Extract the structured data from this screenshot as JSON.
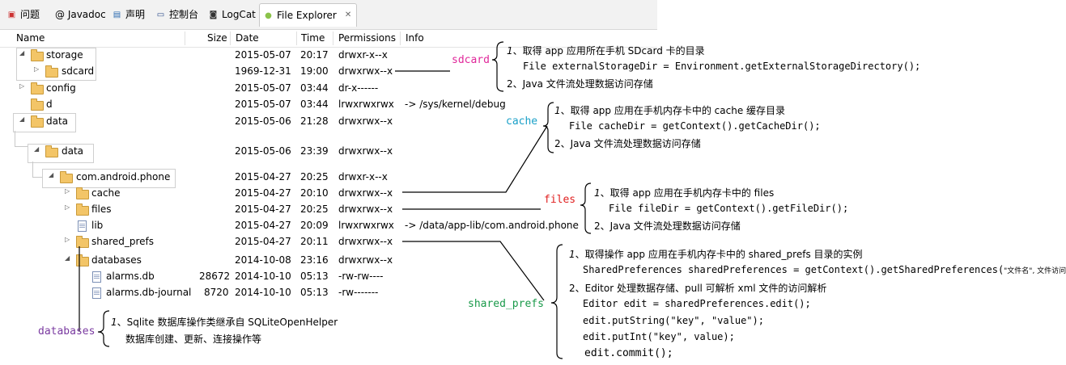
{
  "tabs": [
    {
      "label": "问题",
      "icon": "problems-icon"
    },
    {
      "label": "@ Javadoc",
      "icon": "javadoc-icon"
    },
    {
      "label": "声明",
      "icon": "declaration-icon"
    },
    {
      "label": "控制台",
      "icon": "console-icon"
    },
    {
      "label": "LogCat",
      "icon": "logcat-icon"
    },
    {
      "label": "File Explorer",
      "icon": "android-icon",
      "active": true
    }
  ],
  "columns": {
    "name": "Name",
    "size": "Size",
    "date": "Date",
    "time": "Time",
    "permissions": "Permissions",
    "info": "Info"
  },
  "rows": [
    {
      "name": "storage",
      "size": "",
      "date": "2015-05-07",
      "time": "20:17",
      "perm": "drwxr-x--x",
      "info": ""
    },
    {
      "name": "sdcard",
      "size": "",
      "date": "1969-12-31",
      "time": "19:00",
      "perm": "drwxrwx--x",
      "info": ""
    },
    {
      "name": "config",
      "size": "",
      "date": "2015-05-07",
      "time": "03:44",
      "perm": "dr-x------",
      "info": ""
    },
    {
      "name": "d",
      "size": "",
      "date": "2015-05-07",
      "time": "03:44",
      "perm": "lrwxrwxrwx",
      "info": "-> /sys/kernel/debug"
    },
    {
      "name": "data",
      "size": "",
      "date": "2015-05-06",
      "time": "21:28",
      "perm": "drwxrwx--x",
      "info": ""
    },
    {
      "name": "data",
      "size": "",
      "date": "2015-05-06",
      "time": "23:39",
      "perm": "drwxrwx--x",
      "info": ""
    },
    {
      "name": "com.android.phone",
      "size": "",
      "date": "2015-04-27",
      "time": "20:25",
      "perm": "drwxr-x--x",
      "info": ""
    },
    {
      "name": "cache",
      "size": "",
      "date": "2015-04-27",
      "time": "20:10",
      "perm": "drwxrwx--x",
      "info": ""
    },
    {
      "name": "files",
      "size": "",
      "date": "2015-04-27",
      "time": "20:25",
      "perm": "drwxrwx--x",
      "info": ""
    },
    {
      "name": "lib",
      "size": "",
      "date": "2015-04-27",
      "time": "20:09",
      "perm": "lrwxrwxrwx",
      "info": "-> /data/app-lib/com.android.phone"
    },
    {
      "name": "shared_prefs",
      "size": "",
      "date": "2015-04-27",
      "time": "20:11",
      "perm": "drwxrwx--x",
      "info": ""
    },
    {
      "name": "databases",
      "size": "",
      "date": "2014-10-08",
      "time": "23:16",
      "perm": "drwxrwx--x",
      "info": ""
    },
    {
      "name": "alarms.db",
      "size": "28672",
      "date": "2014-10-10",
      "time": "05:13",
      "perm": "-rw-rw----",
      "info": ""
    },
    {
      "name": "alarms.db-journal",
      "size": "8720",
      "date": "2014-10-10",
      "time": "05:13",
      "perm": "-rw-------",
      "info": ""
    }
  ],
  "annotations": {
    "sdcard": {
      "label": "sdcard",
      "num1": "1",
      "line1": "、取得 app 应用所在手机 SDcard 卡的目录",
      "line2": "File externalStorageDir = Environment.getExternalStorageDirectory();",
      "num2": "2",
      "line3": "、Java 文件流处理数据访问存储",
      "color": "#e0289a"
    },
    "cache": {
      "label": "cache",
      "num1": "1",
      "line1": "、取得 app 应用在手机内存卡中的 cache 缓存目录",
      "line2": "File cacheDir = getContext().getCacheDir();",
      "num2": "2",
      "line3": "、Java 文件流处理数据访问存储",
      "color": "#1aa0c8"
    },
    "files": {
      "label": "files",
      "num1": "1",
      "line1": "、取得 app 应用在手机内存卡中的 files",
      "line2": "File fileDir = getContext().getFileDir();",
      "num2": "2",
      "line3": "、Java 文件流处理数据访问存储",
      "color": "#e02020"
    },
    "shared_prefs": {
      "label": "shared_prefs",
      "num1": "1",
      "line1": "、取得操作 app 应用在手机内存卡中的 shared_prefs 目录的实例",
      "line2a": "SharedPreferences sharedPreferences = getContext().getSharedPreferences(",
      "line2b": "\"文件名\", 文件访问权限",
      "line2c": ");",
      "num2": "2",
      "line3": "、Editor 处理数据存储、pull 可解析 xml 文件的访问解析",
      "line4": "Editor edit = sharedPreferences.edit();",
      "line5": "edit.putString(\"key\", \"value\");",
      "line6": "edit.putInt(\"key\", value);",
      "line7": "edit.commit();",
      "color": "#1a9a4a"
    },
    "databases": {
      "label": "databases",
      "num1": "1",
      "line1": "、Sqlite 数据库操作类继承自 SQLiteOpenHelper",
      "line2": "数据库创建、更新、连接操作等",
      "color": "#7a3aa0"
    }
  }
}
